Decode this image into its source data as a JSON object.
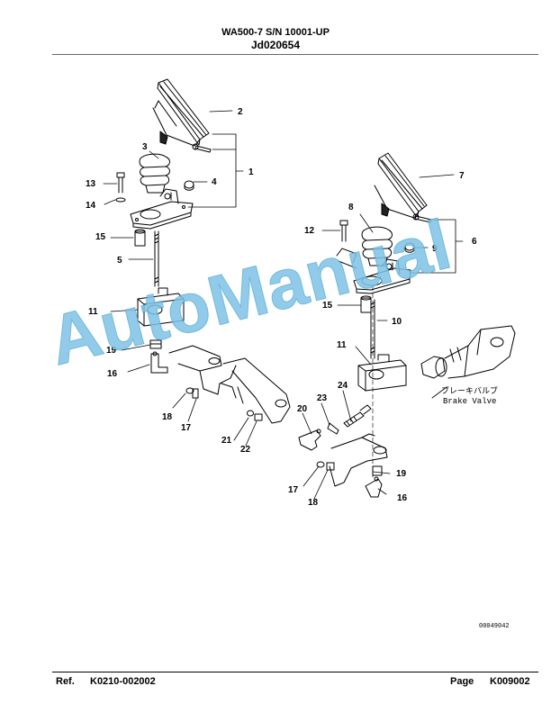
{
  "header": {
    "model": "WA500-7 S/N 10001-UP",
    "figure_id": "Jd020654"
  },
  "footer": {
    "ref_label": "Ref.",
    "ref_value": "K0210-002002",
    "page_label": "Page",
    "page_value": "K009002"
  },
  "drawing_code": "00049042",
  "callouts": [
    "1",
    "2",
    "3",
    "4",
    "5",
    "6",
    "7",
    "8",
    "9",
    "10",
    "11",
    "12",
    "13",
    "14",
    "15",
    "16",
    "17",
    "18",
    "19",
    "20",
    "21",
    "22",
    "23",
    "24",
    "11",
    "15",
    "16",
    "17",
    "18",
    "19"
  ],
  "brake_valve_label": {
    "jp": "ブレーキバルブ",
    "en": "Brake Valve"
  },
  "watermark": "AutoManual",
  "colors": {
    "text": "#000000",
    "line": "#000000",
    "watermark": "#7ec3e6"
  }
}
